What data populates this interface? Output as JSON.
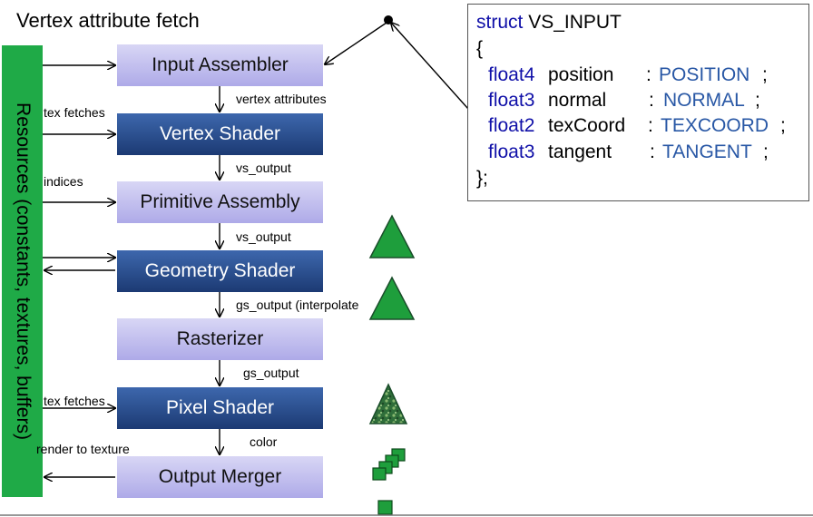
{
  "title": "Vertex attribute fetch",
  "resources_label": "Resources (constants, textures, buffers)",
  "stages": [
    {
      "name": "Input Assembler",
      "kind": "fixed"
    },
    {
      "name": "Vertex Shader",
      "kind": "programmable"
    },
    {
      "name": "Primitive Assembly",
      "kind": "fixed"
    },
    {
      "name": "Geometry Shader",
      "kind": "programmable"
    },
    {
      "name": "Rasterizer",
      "kind": "fixed"
    },
    {
      "name": "Pixel Shader",
      "kind": "programmable"
    },
    {
      "name": "Output Merger",
      "kind": "fixed"
    }
  ],
  "flow_labels": [
    "vertex attributes",
    "vs_output",
    "vs_output",
    "gs_output (interpolate",
    "gs_output",
    "color"
  ],
  "side_labels": {
    "tex_fetches_1": "tex fetches",
    "indices": "indices",
    "tex_fetches_2": "tex fetches",
    "render_to_texture": "render to texture"
  },
  "code": {
    "struct_kw": "struct",
    "struct_name": "VS_INPUT",
    "open_brace": "{",
    "fields": [
      {
        "type": "float4",
        "name": "position",
        "semantic": "POSITION"
      },
      {
        "type": "float3",
        "name": "normal",
        "semantic": "NORMAL"
      },
      {
        "type": "float2",
        "name": "texCoord",
        "semantic": "TEXCOORD"
      },
      {
        "type": "float3",
        "name": "tangent",
        "semantic": "TANGENT"
      }
    ],
    "close_brace": "};",
    "colon": ":",
    "semicolon": ";"
  },
  "colors": {
    "resources": "#1faa47",
    "fixed_stage": "#c4c1ef",
    "programmable_stage": "#2a4c8e",
    "primitive_green": "#1e9e3c",
    "keyword": "#1010a8",
    "semantic": "#2857a5"
  }
}
